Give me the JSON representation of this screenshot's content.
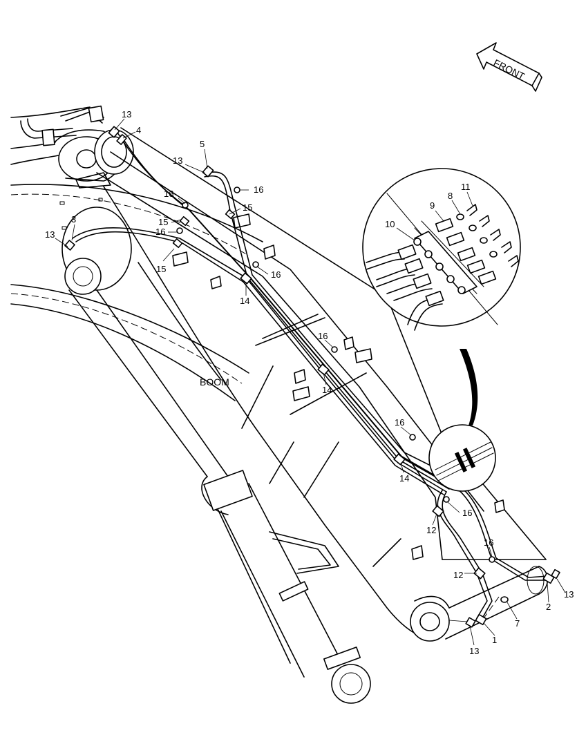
{
  "labels": {
    "boom": "BOOM",
    "front": "FRONT"
  },
  "callouts": [
    {
      "id": "c13a",
      "text": "13"
    },
    {
      "id": "c4",
      "text": "4"
    },
    {
      "id": "c5",
      "text": "5"
    },
    {
      "id": "c13b",
      "text": "13"
    },
    {
      "id": "c16a",
      "text": "16"
    },
    {
      "id": "c16b",
      "text": "16"
    },
    {
      "id": "c15a",
      "text": "15"
    },
    {
      "id": "c15b",
      "text": "15"
    },
    {
      "id": "c16c",
      "text": "16"
    },
    {
      "id": "c15c",
      "text": "15"
    },
    {
      "id": "c3",
      "text": "3"
    },
    {
      "id": "c13c",
      "text": "13"
    },
    {
      "id": "c16d",
      "text": "16"
    },
    {
      "id": "c14a",
      "text": "14"
    },
    {
      "id": "c16e",
      "text": "16"
    },
    {
      "id": "c14b",
      "text": "14"
    },
    {
      "id": "c16f",
      "text": "16"
    },
    {
      "id": "c14c",
      "text": "14"
    },
    {
      "id": "c16g",
      "text": "16"
    },
    {
      "id": "c12a",
      "text": "12"
    },
    {
      "id": "c16h",
      "text": "16"
    },
    {
      "id": "c12b",
      "text": "12"
    },
    {
      "id": "c13d",
      "text": "13"
    },
    {
      "id": "c2",
      "text": "2"
    },
    {
      "id": "c7",
      "text": "7"
    },
    {
      "id": "c1",
      "text": "1"
    },
    {
      "id": "c13e",
      "text": "13"
    },
    {
      "id": "c8",
      "text": "8"
    },
    {
      "id": "c11",
      "text": "11"
    },
    {
      "id": "c9",
      "text": "9"
    },
    {
      "id": "c10",
      "text": "10"
    }
  ]
}
